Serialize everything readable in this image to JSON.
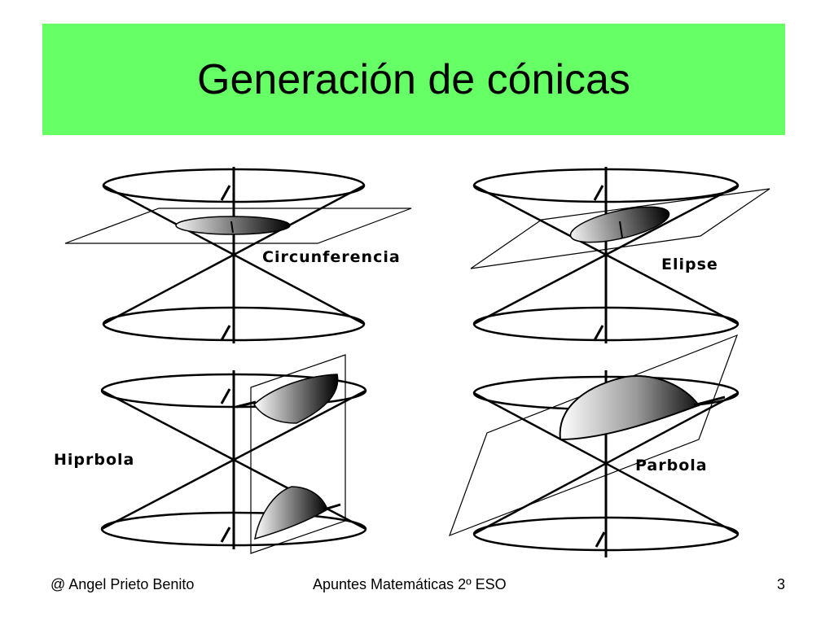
{
  "title": "Generación de cónicas",
  "labels": {
    "circle": "Circunferencia",
    "ellipse": "Elipse",
    "hyperbola": "Hiprbola",
    "parabola": "Parbola"
  },
  "footer": {
    "author": "@  Angel Prieto Benito",
    "course": "Apuntes Matemáticas 2º ESO",
    "page": "3"
  },
  "colors": {
    "title_background": "#66ff66"
  }
}
